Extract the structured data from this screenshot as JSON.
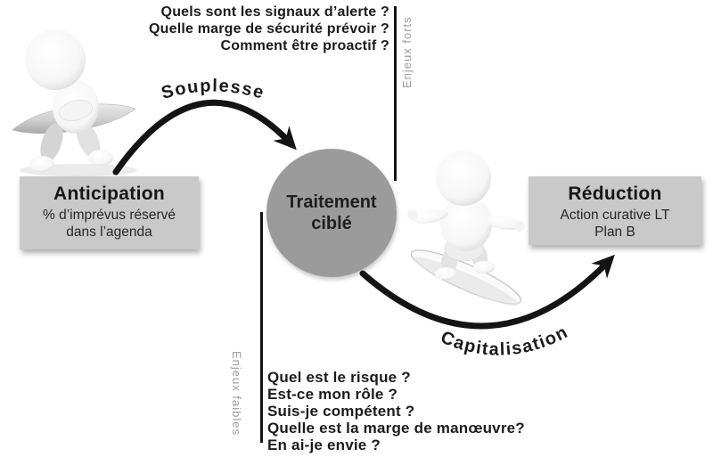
{
  "top_questions": {
    "lines": [
      "Quels sont les signaux d’alerte ?",
      "Quelle marge de sécurité prévoir ?",
      "Comment être proactif ?"
    ]
  },
  "bottom_questions": {
    "lines": [
      "Quel est le risque ?",
      "Est-ce mon rôle ?",
      "Suis-je compétent ?",
      "Quelle est la marge de manœuvre?",
      "En ai-je envie ?"
    ]
  },
  "axis": {
    "high_label": "Enjeux forts",
    "low_label": "Enjeux faibles"
  },
  "nodes": {
    "anticipation": {
      "title": "Anticipation",
      "sub_line1": "% d’imprévus réservé",
      "sub_line2": "dans l’agenda"
    },
    "traitement": {
      "line1": "Traitement",
      "line2": "ciblé"
    },
    "reduction": {
      "title": "Réduction",
      "sub_line1": "Action curative LT",
      "sub_line2": "Plan B"
    }
  },
  "arrows": {
    "souplesse": "Souplesse",
    "capitalisation": "Capitalisation"
  },
  "figures": {
    "left": "walking-figure-carrying-surfboard",
    "right": "figure-riding-surfboard"
  },
  "colors": {
    "box_bg": "#c9c9c9",
    "circle_bg": "#9b9b9b",
    "ink": "#1b1b1b",
    "muted": "#9c9c9c",
    "arrow": "#141414"
  }
}
